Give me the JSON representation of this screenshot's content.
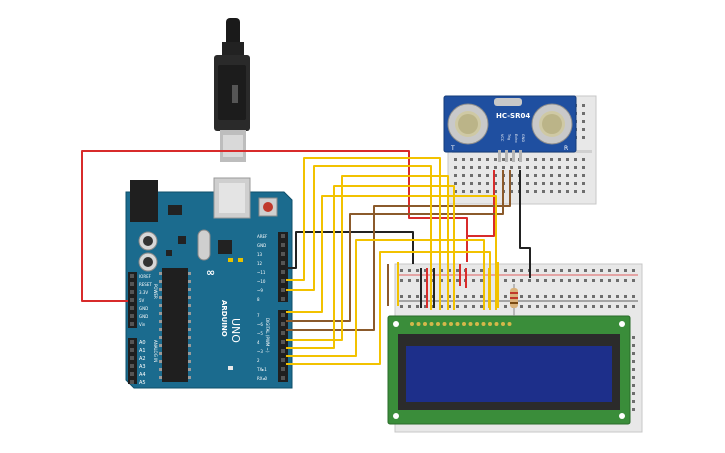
{
  "sensor": {
    "model": "HC-SR04",
    "pins": [
      "VCC",
      "Trig",
      "Echo",
      "GND"
    ],
    "left_mark": "T",
    "right_mark": "R"
  },
  "arduino": {
    "brand": "ARDUINO",
    "model": "UNO",
    "digital_header": [
      "AREF",
      "GND",
      "13",
      "12",
      "~11",
      "~10",
      "~9",
      "8",
      "7",
      "~6",
      "~5",
      "4",
      "~3",
      "2",
      "TX▸1",
      "RX◂0"
    ],
    "digital_caption": "DIGITAL (PWM ~)",
    "power_header": [
      "IOREF",
      "RESET",
      "3.3V",
      "5V",
      "GND",
      "GND",
      "Vin"
    ],
    "power_caption": "POWER",
    "analog_header": [
      "A0",
      "A1",
      "A2",
      "A3",
      "A4",
      "A5"
    ],
    "analog_caption": "ANALOG IN",
    "leds": [
      "TX",
      "RX",
      "L",
      "ON"
    ]
  },
  "lcd": {
    "type": "16x2 LCD"
  },
  "colors": {
    "board": "#1b6b8e",
    "wire_red": "#d82b2b",
    "wire_black": "#222222",
    "wire_yellow": "#f2c200",
    "wire_brown": "#8b5a2b",
    "lcd_pcb": "#3a8d3a",
    "lcd_screen": "#1d2f8a",
    "sensor_board": "#1f4fa0"
  }
}
